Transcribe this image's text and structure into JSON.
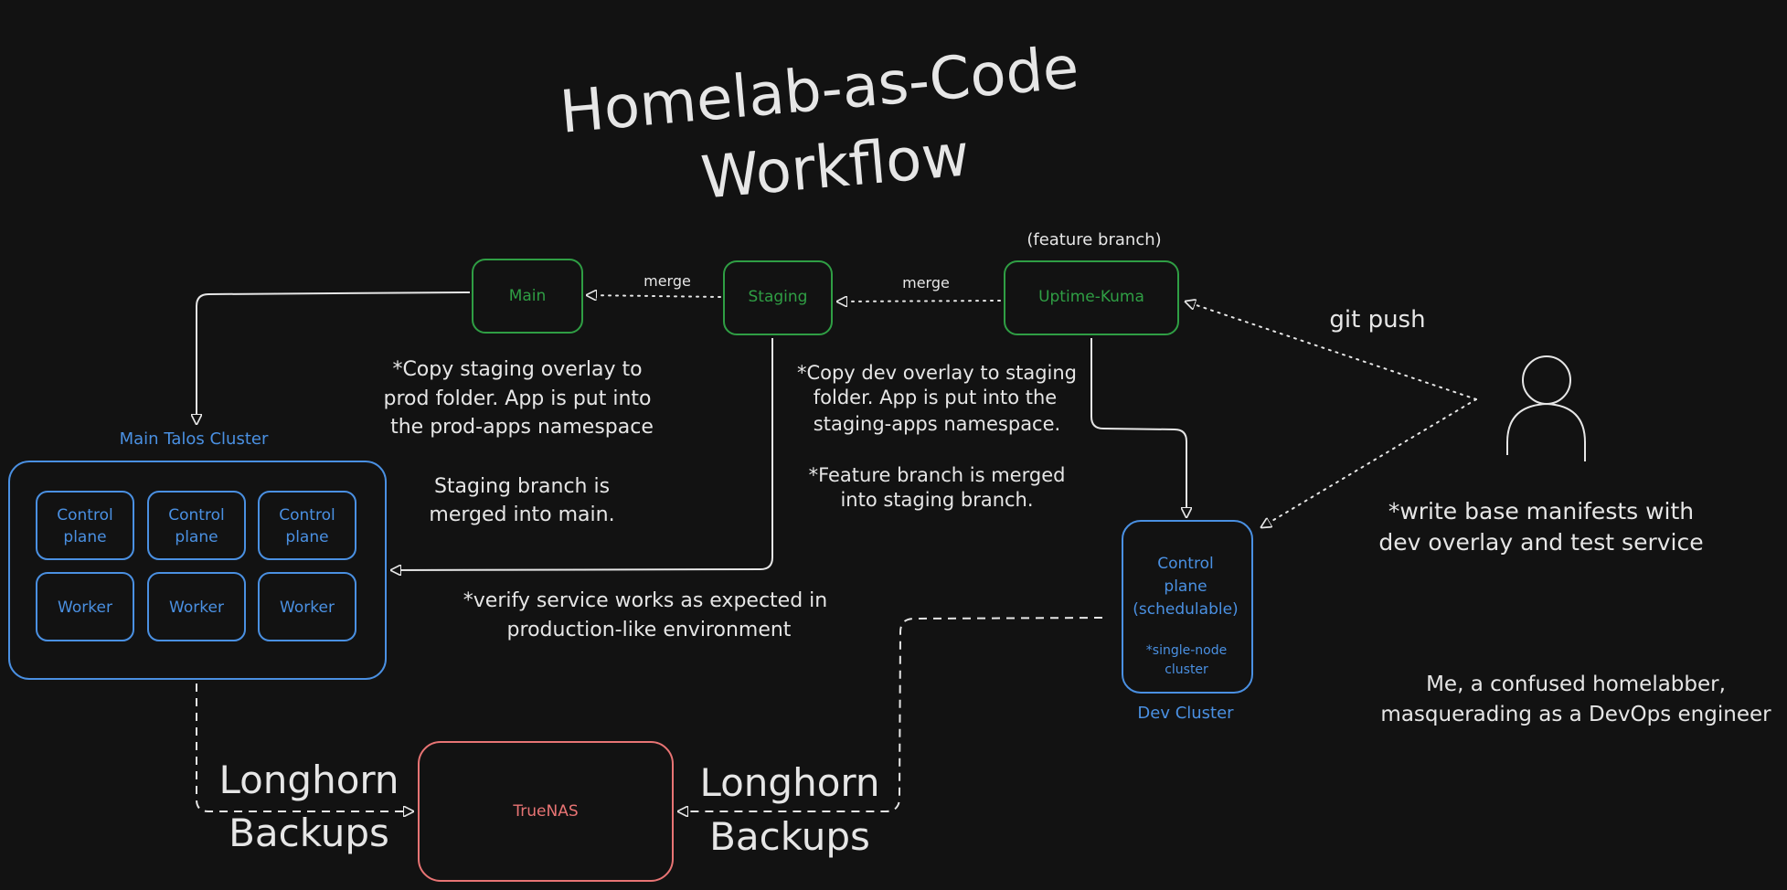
{
  "title": {
    "line1": "Homelab-as-Code",
    "line2": "Workflow"
  },
  "colors": {
    "background": "#121212",
    "text": "#e6e6e6",
    "green": "#2f9e44",
    "blue": "#4a90e2",
    "red": "#e87474",
    "line": "#e6e6e6"
  },
  "branches": {
    "main": "Main",
    "staging": "Staging",
    "feature": "Uptime-Kuma",
    "feature_note": "(feature branch)"
  },
  "edges": {
    "merge_staging_main": "merge",
    "merge_feature_staging": "merge",
    "git_push": "git push"
  },
  "main_cluster": {
    "label": "Main Talos Cluster",
    "control_1": [
      "Control",
      "plane"
    ],
    "control_2": [
      "Control",
      "plane"
    ],
    "control_3": [
      "Control",
      "plane"
    ],
    "worker_1": "Worker",
    "worker_2": "Worker",
    "worker_3": "Worker"
  },
  "dev_cluster": {
    "label": "Dev Cluster",
    "node": [
      "Control",
      "plane",
      "(schedulable)"
    ],
    "note": [
      "*single-node",
      "cluster"
    ]
  },
  "truenas": {
    "label": "TrueNAS",
    "backup_left": [
      "Longhorn",
      "Backups"
    ],
    "backup_right": [
      "Longhorn",
      "Backups"
    ]
  },
  "notes": {
    "prod_copy": [
      "*Copy staging overlay to",
      "prod folder. App is put into",
      "the prod-apps namespace"
    ],
    "staging_merge": [
      "Staging branch is",
      "merged into main."
    ],
    "dev_copy": [
      "*Copy dev overlay to staging",
      "folder. App is put into the",
      "staging-apps namespace."
    ],
    "feature_merge": [
      "*Feature branch is merged",
      "into staging branch."
    ],
    "verify": [
      "*verify service works as expected in",
      "production-like environment"
    ],
    "write_manifests": [
      "*write base manifests with",
      "dev overlay and test service"
    ],
    "me": [
      "Me, a confused homelabber,",
      "masquerading as a DevOps engineer"
    ]
  }
}
